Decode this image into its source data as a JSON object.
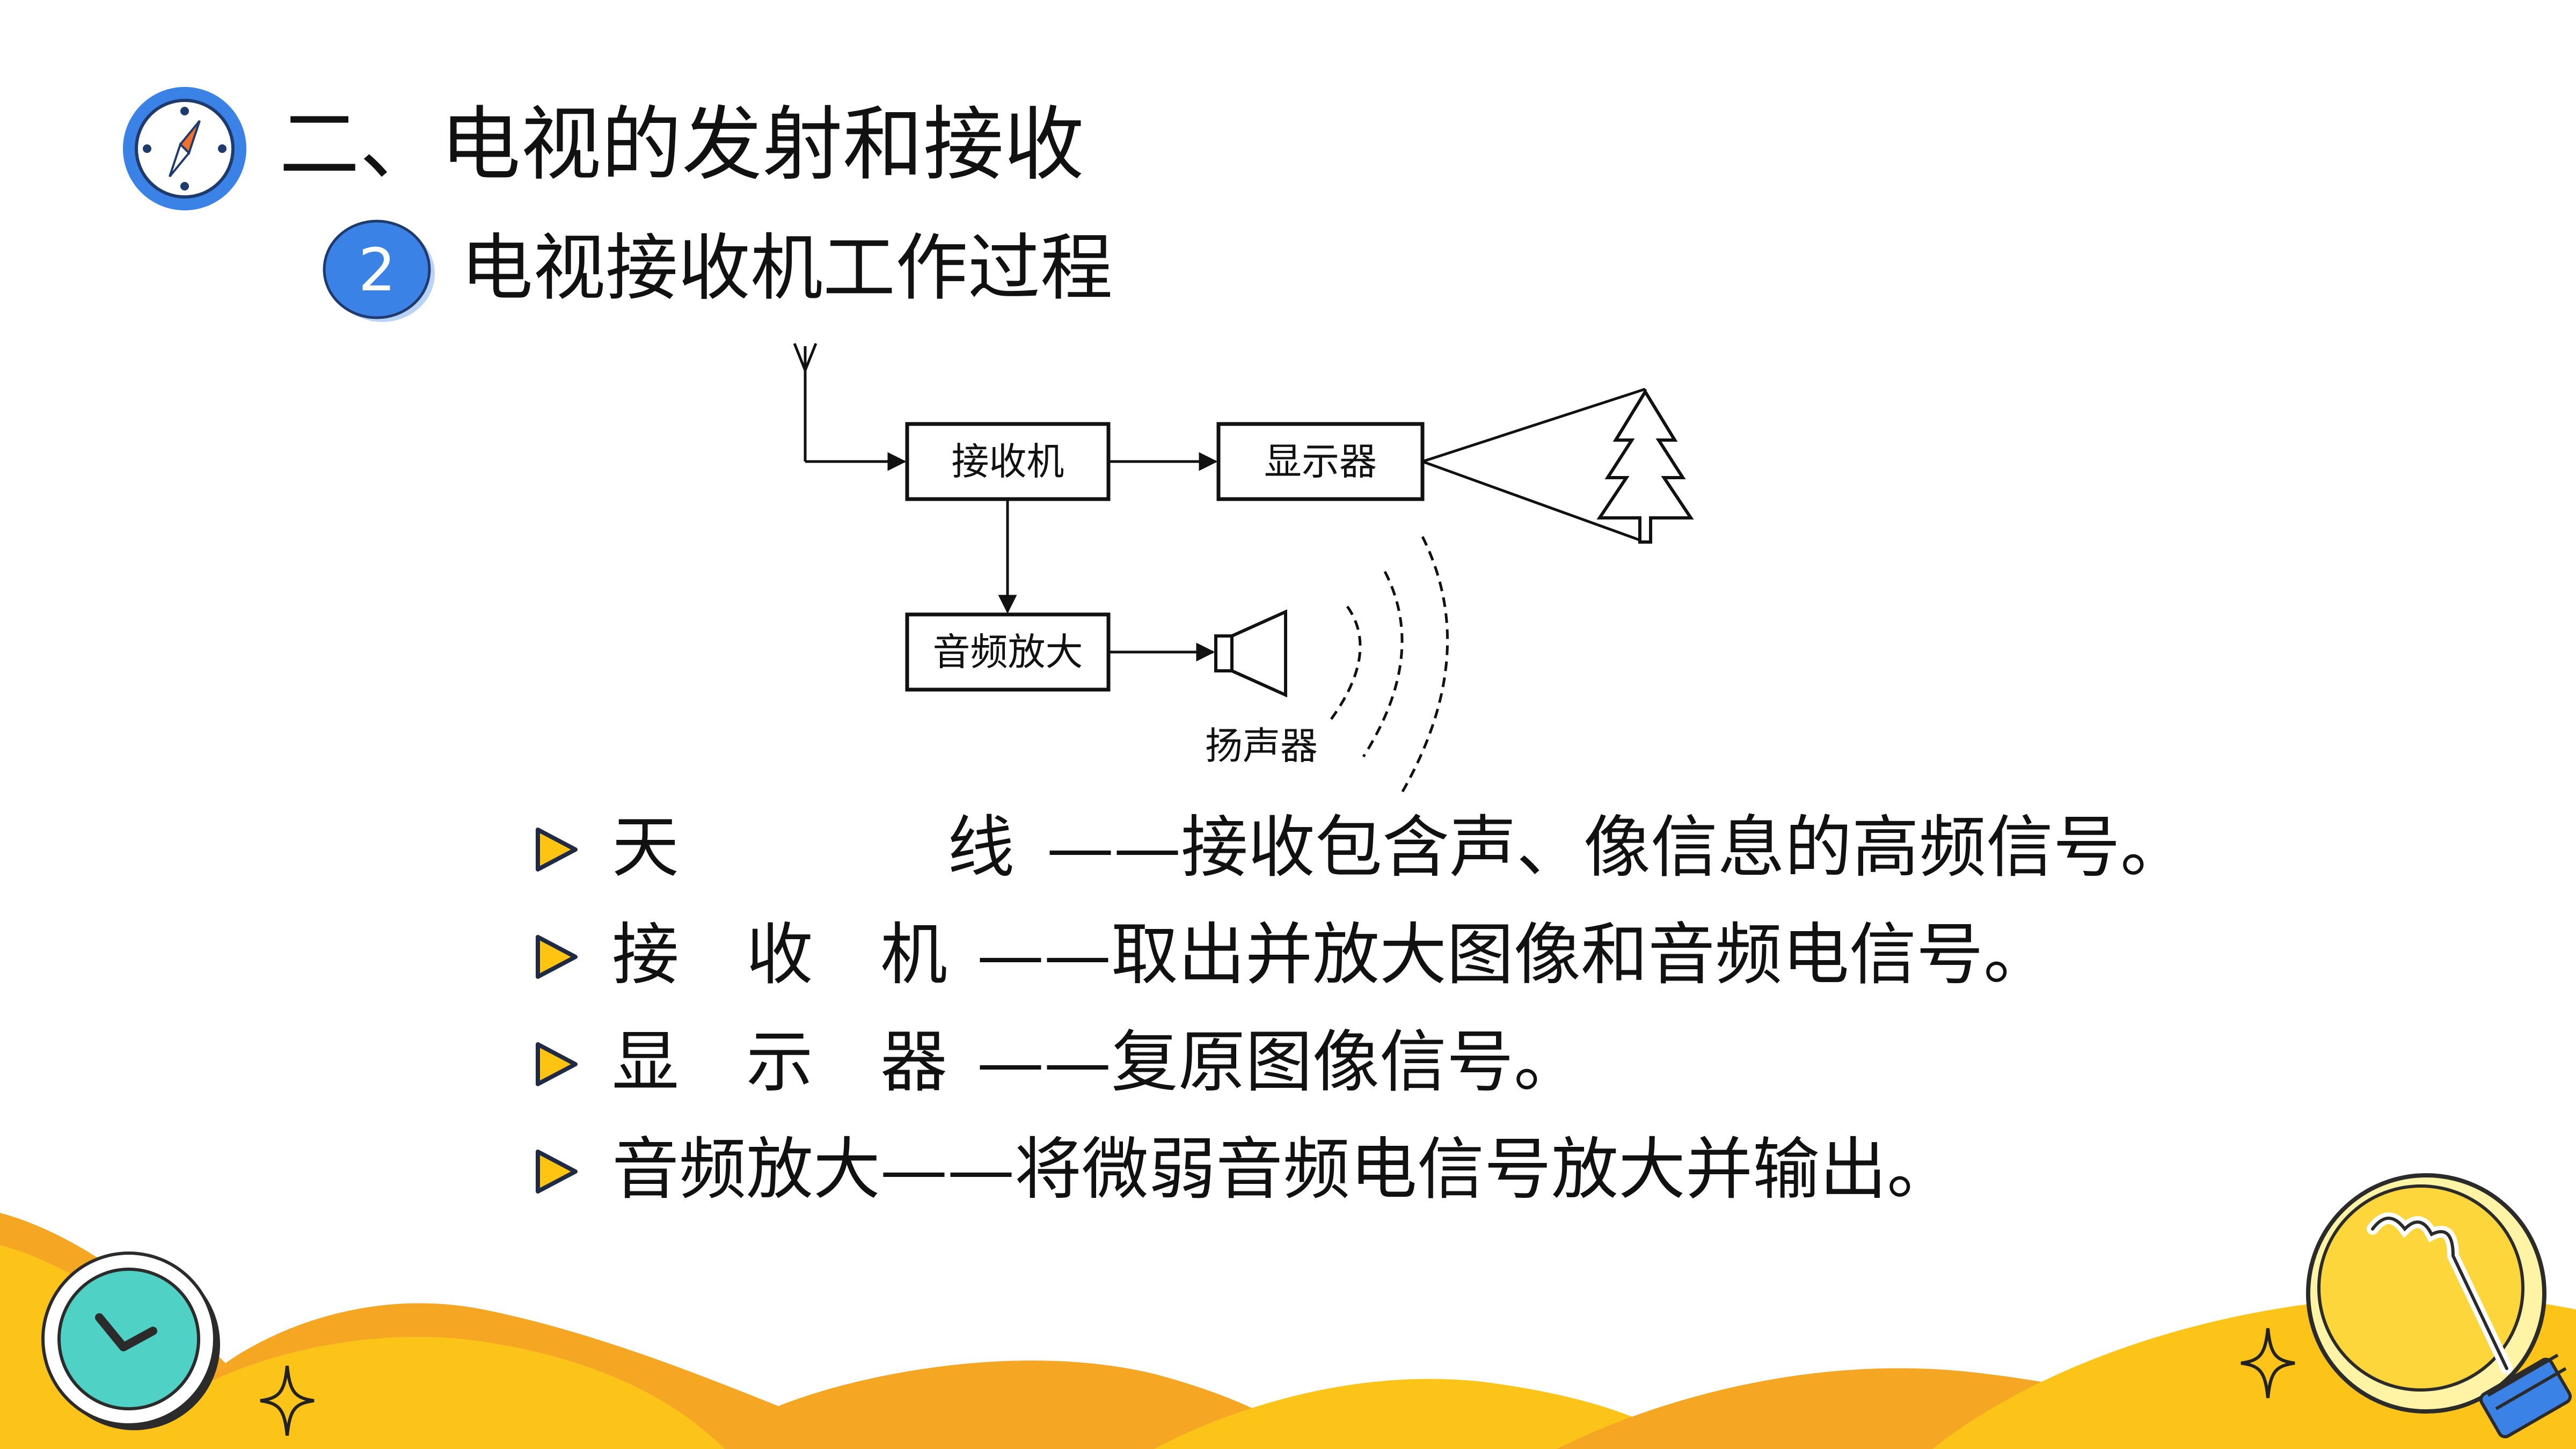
{
  "title": "二、电视的发射和接收",
  "section": {
    "number": "2",
    "title": "电视接收机工作过程"
  },
  "diagram": {
    "receiver": "接收机",
    "display": "显示器",
    "audio_amp": "音频放大",
    "speaker": "扬声器"
  },
  "bullets": [
    {
      "term": "天　　　　线",
      "sep": "——",
      "desc": "接收包含声、像信息的高频信号。"
    },
    {
      "term": "接　收　机",
      "sep": "——",
      "desc": "取出并放大图像和音频电信号。"
    },
    {
      "term": "显　示　器",
      "sep": "——",
      "desc": "复原图像信号。"
    },
    {
      "term": "音频放大",
      "sep": "——",
      "desc": "将微弱音频电信号放大并输出。"
    }
  ],
  "colors": {
    "accent_blue": "#3b82e6",
    "wave_orange": "#f5a623",
    "wave_yellow": "#fcc419",
    "bullet_yellow": "#ffc312",
    "clock_teal": "#4fd1c5"
  },
  "icons": [
    "compass-icon",
    "clock-icon",
    "lightbulb-icon",
    "sparkle-icon",
    "antenna-icon",
    "tree-icon",
    "speaker-icon",
    "triangle-bullet-icon"
  ]
}
